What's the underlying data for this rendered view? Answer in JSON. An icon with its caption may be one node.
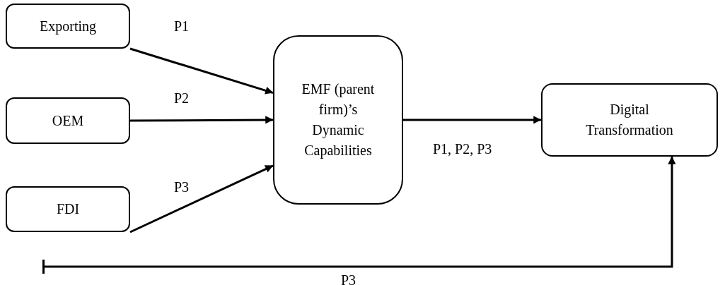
{
  "diagram": {
    "nodes": [
      {
        "text": [
          "Exporting"
        ]
      },
      {
        "text": [
          "OEM"
        ]
      },
      {
        "text": [
          "FDI"
        ]
      },
      {
        "text": [
          "EMF (parent firm)’s Dynamic Capabilities"
        ]
      },
      {
        "text": [
          "Digital Transformation"
        ]
      }
    ],
    "edges": [
      {
        "from": 0,
        "to": 3,
        "arrow": "to",
        "label": "P1"
      },
      {
        "from": 1,
        "to": 3,
        "arrow": "to",
        "label": "P2"
      },
      {
        "from": 2,
        "to": 3,
        "arrow": "to",
        "label": "P3"
      },
      {
        "from": 3,
        "to": 4,
        "arrow": "to",
        "label": "P1, P2, P3"
      },
      {
        "from": null,
        "to": 4,
        "arrow": "to",
        "label": "P3"
      }
    ]
  }
}
